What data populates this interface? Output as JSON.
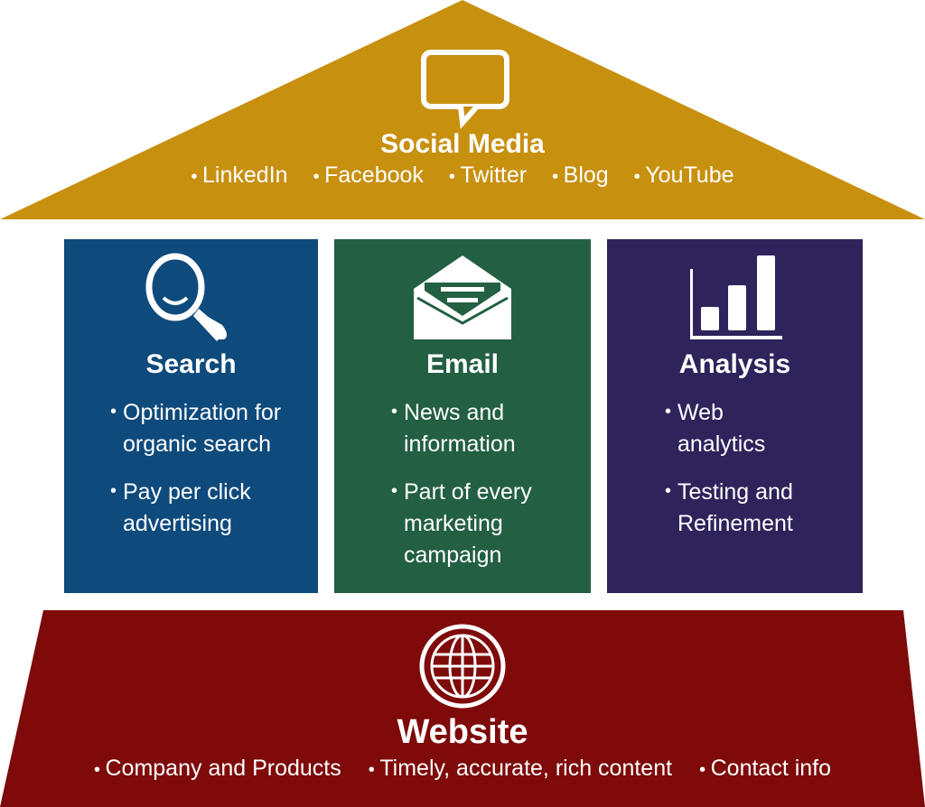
{
  "colors": {
    "roof": "#C8900F",
    "search": "#0E4A7C",
    "email": "#235F43",
    "analysis": "#2E235B",
    "website": "#7E0A0A"
  },
  "social": {
    "title": "Social Media",
    "icon": "speech-bubble-icon",
    "items": [
      "LinkedIn",
      "Facebook",
      "Twitter",
      "Blog",
      "YouTube"
    ]
  },
  "pillars": [
    {
      "title": "Search",
      "icon": "magnifier-icon",
      "items": [
        "Optimization for organic search",
        "Pay per click advertising"
      ]
    },
    {
      "title": "Email",
      "icon": "envelope-icon",
      "items": [
        "News and information",
        "Part of every marketing campaign"
      ]
    },
    {
      "title": "Analysis",
      "icon": "bar-chart-icon",
      "items": [
        "Web analytics",
        "Testing and Refinement"
      ]
    }
  ],
  "website": {
    "title": "Website",
    "icon": "globe-icon",
    "items": [
      "Company and Products",
      "Timely, accurate, rich content",
      "Contact info"
    ]
  }
}
